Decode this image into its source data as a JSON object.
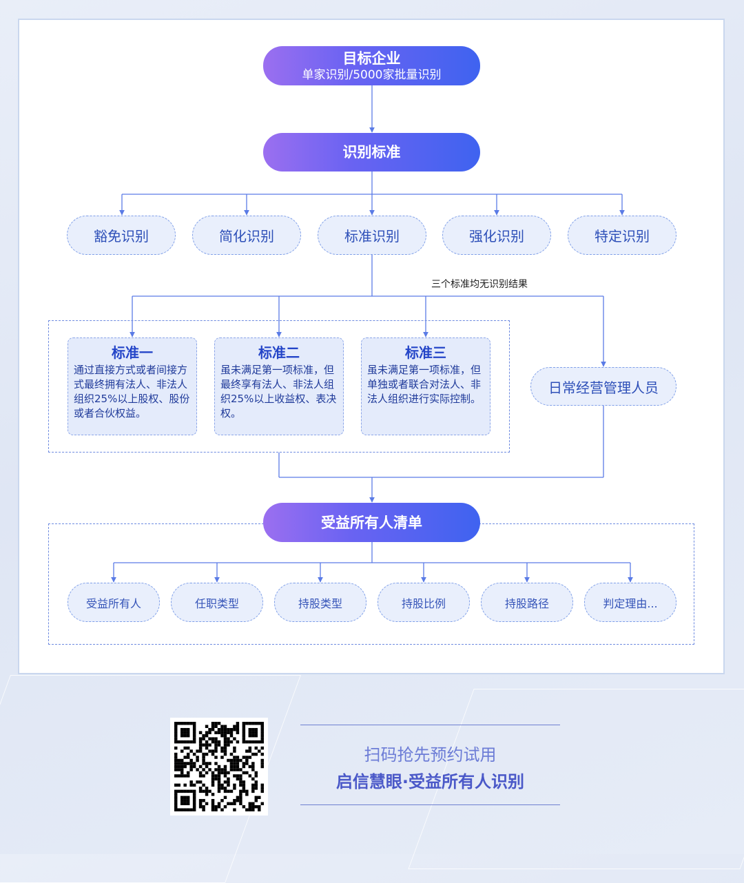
{
  "top_node": {
    "title": "目标企业",
    "subtitle": "单家识别/5000家批量识别"
  },
  "criteria_node": {
    "title": "识别标准"
  },
  "criteria_options": [
    "豁免识别",
    "简化识别",
    "标准识别",
    "强化识别",
    "特定识别"
  ],
  "branch_note": "三个标准均无识别结果",
  "standards": [
    {
      "title": "标准一",
      "body": "通过直接方式或者间接方式最终拥有法人、非法人组织25%以上股权、股份或者合伙权益。"
    },
    {
      "title": "标准二",
      "body": "虽未满足第一项标准，但最终享有法人、非法人组织25%以上收益权、表决权。"
    },
    {
      "title": "标准三",
      "body": "虽未满足第一项标准，但单独或者联合对法人、非法人组织进行实际控制。"
    }
  ],
  "fallback_node": {
    "label": "日常经营管理人员"
  },
  "result_node": {
    "title": "受益所有人清单"
  },
  "result_fields": [
    "受益所有人",
    "任职类型",
    "持股类型",
    "持股比例",
    "持股路径",
    "判定理由..."
  ],
  "promo": {
    "line1": "扫码抢先预约试用",
    "line2": "启信慧眼·受益所有人识别"
  },
  "colors": {
    "accent": "#4a63f0",
    "line": "#5a7be6",
    "gradient_start": "#9b6ff0",
    "gradient_end": "#3f63f0"
  },
  "icons": [
    "qr-code-icon"
  ]
}
